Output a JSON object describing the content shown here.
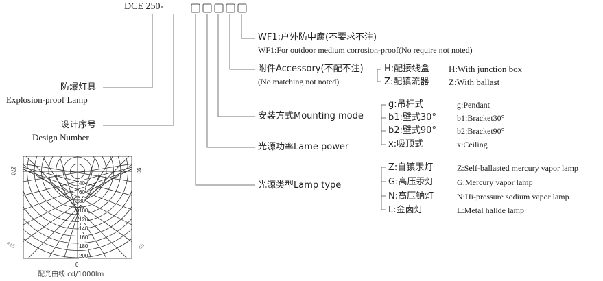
{
  "model": {
    "prefix": "DCE 250-",
    "slots": 5
  },
  "wf1": {
    "cn": "WF1:户外防中腐(不要求不注)",
    "en": "WF1:For outdoor medium corrosion-proof(No require not noted)"
  },
  "accessory": {
    "cn": "附件Accessory(不配不注)",
    "en": "(No matching not noted)",
    "options": [
      {
        "cn": "H:配接线盒",
        "en": "H:With junction box"
      },
      {
        "cn": "Z:配镇流器",
        "en": "Z:With ballast"
      }
    ]
  },
  "explosion": {
    "cn": "防爆灯具",
    "en": "Explosion-proof Lamp"
  },
  "design": {
    "cn": "设计序号",
    "en": "Design Number"
  },
  "mounting": {
    "label": "安装方式Mounting mode",
    "options": [
      {
        "cn": "g:吊杆式",
        "en": "g:Pendant"
      },
      {
        "cn": "b1:壁式30°",
        "en": "b1:Bracket30°"
      },
      {
        "cn": "b2:壁式90°",
        "en": "b2:Bracket90°"
      },
      {
        "cn": "x:吸顶式",
        "en": "x:Ceiling"
      }
    ]
  },
  "power": {
    "label": "光源功率Lame power"
  },
  "lamptype": {
    "label": "光源类型Lamp type",
    "options": [
      {
        "cn": "Z:自镇汞灯",
        "en": "Z:Self-ballasted mercury vapor lamp"
      },
      {
        "cn": "G:高压汞灯",
        "en": "G:Mercury vapor lamp"
      },
      {
        "cn": "N:高压钠灯",
        "en": "N:Hi-pressure sodium vapor lamp"
      },
      {
        "cn": "L:金卤灯",
        "en": "L:Metal halide lamp"
      }
    ]
  },
  "polar": {
    "angles": {
      "a270": "270",
      "a90": "90",
      "a315": "315",
      "a45": "45",
      "a0": "0"
    },
    "rings": [
      "40",
      "60",
      "80",
      "100",
      "120",
      "140",
      "160",
      "180",
      "200"
    ],
    "caption": "配光曲线 cd/1000lm"
  }
}
